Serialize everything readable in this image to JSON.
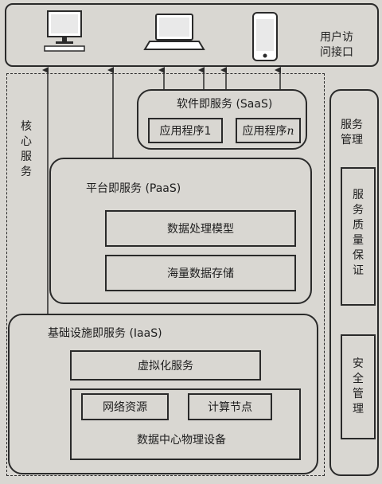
{
  "user_access": {
    "label_line1": "用户访",
    "label_line2": "问接口"
  },
  "core_services": {
    "label": "核心服务"
  },
  "saas": {
    "title": "软件即服务 (SaaS)",
    "app1": "应用程序1",
    "app_n_prefix": "应用程序",
    "app_n_suffix": "n"
  },
  "paas": {
    "title": "平台即服务 (PaaS)",
    "block1": "数据处理模型",
    "block2": "海量数据存储"
  },
  "iaas": {
    "title": "基础设施即服务 (IaaS)",
    "virtualization": "虚拟化服务",
    "network": "网络资源",
    "compute": "计算节点",
    "datacenter": "数据中心物理设备"
  },
  "service_management": {
    "title": "服务管理",
    "quality": "服务质量保证",
    "security": "安全管理"
  },
  "icons": [
    "desktop-computer-icon",
    "laptop-icon",
    "smartphone-icon"
  ],
  "colors": {
    "line": "#2a2a2a",
    "background": "#d9d7d2"
  }
}
